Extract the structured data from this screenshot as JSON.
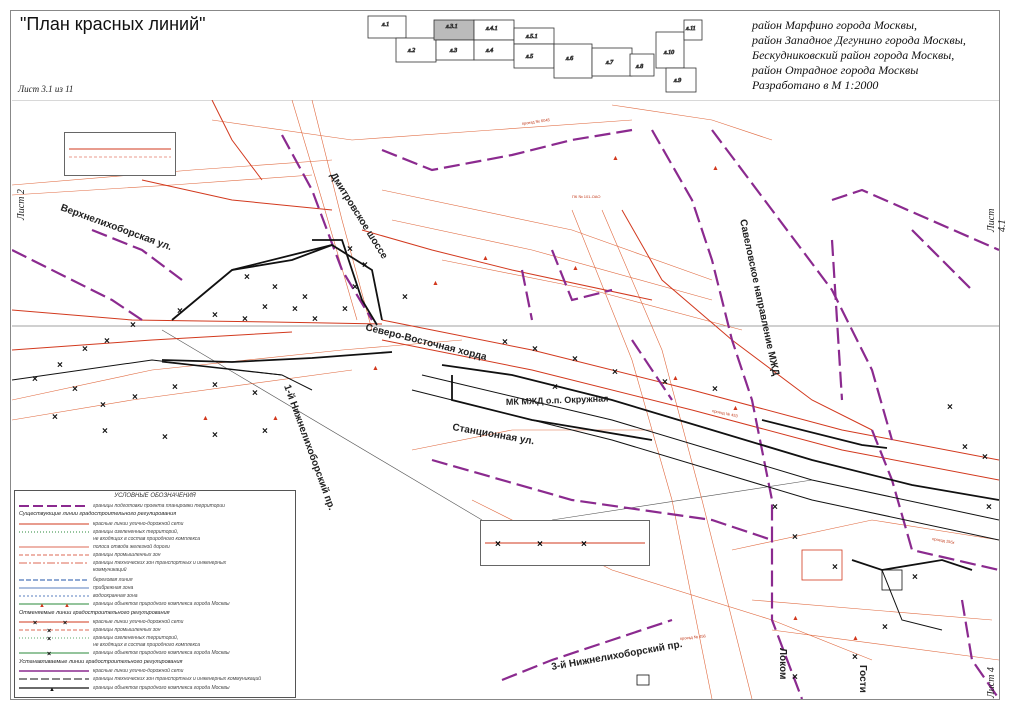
{
  "title": "\"План красных линий\"",
  "sheet_label": "Лист 3.1 из 11",
  "districts": [
    "район Марфино города Москвы,",
    "район Западное Дегунино города Москвы,",
    "Бескудниковский район города Москвы,",
    "район Отрадное города Москвы"
  ],
  "scale": "Разработано в М 1:2000",
  "index_sheets": [
    "л.1",
    "л.2",
    "л.3.1",
    "л.3",
    "л.4.1",
    "л.4",
    "л.5.1",
    "л.5",
    "л.6",
    "л.7",
    "л.8",
    "л.10",
    "л.11",
    "л.9"
  ],
  "street_labels": {
    "verkhnelikhoborskaya": "Верхнелихоборская ул.",
    "dmitrovskoe": "Дмитровское шоссе",
    "severo_vostochnaya": "Северо-Восточная хорда",
    "savelovskoe": "Савеловское направление МЖД",
    "mk_mzhd": "МК МЖД о.п. Окружная",
    "stantsionnaya": "Станционная ул.",
    "nizhnelikhoborsky_1": "1-й Нижнелихоборский пр.",
    "nizhnelikhoborsky_3": "3-й Нижнелихоборский пр.",
    "lokomotivny": "Локом",
    "gostinichny": "Гости"
  },
  "side_labels": {
    "left": "Лист 2",
    "right_top": "Лист 4.1",
    "right_bottom": "Лист 4"
  },
  "legend": {
    "heading": "УСЛОВНЫЕ ОБОЗНАЧЕНИЯ",
    "rows": [
      "границы подготовки проекта планировки территории",
      "Существующие линии градостроительного регулирования",
      "красные линии улично-дорожной сети",
      "границы озелененных территорий,",
      "не входящих в состав природного комплекса",
      "полоса отвода железной дороги",
      "границы промышленных зон",
      "границы технических зон транспортных и инженерных",
      "коммуникаций",
      "береговая линия",
      "прибрежная зона",
      "водоохранная зона",
      "границы объектов природного комплекса города Москвы",
      "Отменяемые линии градостроительного регулирования",
      "красные линии улично-дорожной сети",
      "границы промышленных зон",
      "границы озелененных территорий,",
      "не входящих в состав природного комплекса",
      "границы объектов природного комплекса города Москвы",
      "Устанавливаемые линии градостроительного регулирования",
      "красные линии улично-дорожной сети",
      "границы технических зон транспортных и инженерных коммуникаций",
      "границы объектов природного комплекса города Москвы"
    ]
  },
  "map_notes": [
    "проезд № 6045",
    "ПК № 101-ОАО",
    "проезд № 453",
    "проезд № 456",
    "проезд 15бх"
  ],
  "colors": {
    "red_line": "#d2391e",
    "purple_boundary": "#8b2a8f",
    "black": "#111111",
    "orange_thin": "#e06a40"
  }
}
